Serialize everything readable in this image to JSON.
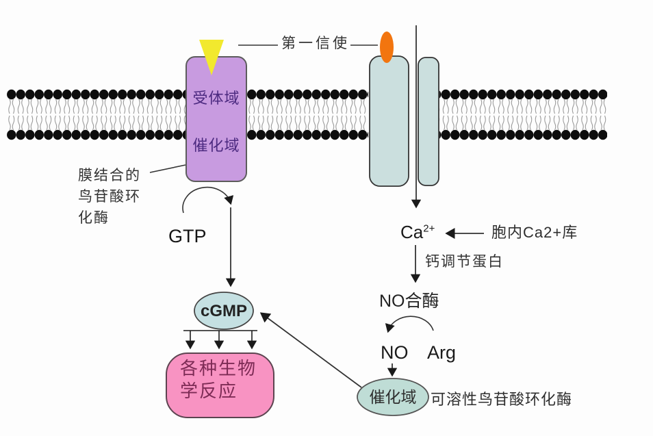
{
  "labels": {
    "first_messenger": "第一信使",
    "receptor_domain": "受体域",
    "catalytic_domain": "催化域",
    "membrane_bound_gc": [
      "膜结合的",
      "鸟苷酸环",
      "化酶"
    ],
    "gtp": "GTP",
    "cgmp": "cGMP",
    "biological_reactions": [
      "各种生物",
      "学反应"
    ],
    "calcium": "Ca",
    "calcium_charge": "2+",
    "calcium_store": "胞内Ca2+库",
    "calcium_regulator_protein": "钙调节蛋白",
    "no_synthase": "NO合酶",
    "no": "NO",
    "arg": "Arg",
    "soluble_catalytic_domain": "催化域",
    "soluble_gc": "可溶性鸟苷酸环化酶"
  },
  "colors": {
    "receptor_fill": "#c89be0",
    "receptor_text": "#4c2a80",
    "channel_fill": "#cbdfde",
    "cgmp_fill": "#c5e0e2",
    "soluble_domain_fill": "#bfddd6",
    "bio_box_fill": "#f893c2",
    "bio_text": "#7d2b55",
    "ligand_triangle_fill": "#f2e92e",
    "ligand_oval_fill": "#f2750f",
    "membrane_heads": "#0d0d0d",
    "membrane_tails": "#9a9a9a",
    "arrow_stroke": "#1a1a1a"
  }
}
